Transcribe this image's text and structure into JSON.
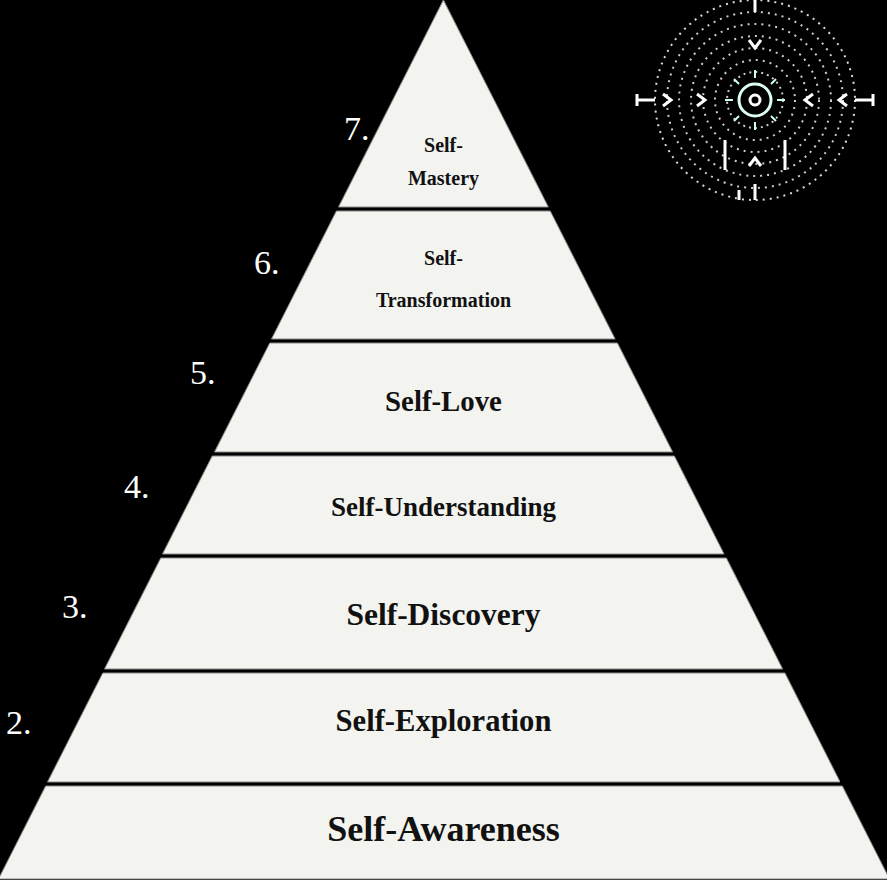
{
  "diagram": {
    "nodes": [
      {
        "text": [
          "Self- Mastery"
        ]
      },
      {
        "text": [
          "Self- Transformation"
        ]
      },
      {
        "text": [
          "Self-Love"
        ]
      },
      {
        "text": [
          "Self-Understanding"
        ]
      },
      {
        "text": [
          "Self-Discovery"
        ]
      },
      {
        "text": [
          "Self-Exploration"
        ]
      },
      {
        "text": [
          "Self-Awareness"
        ]
      }
    ],
    "labels": [
      "7.",
      "6.",
      "5.",
      "4.",
      "3.",
      "2."
    ]
  }
}
